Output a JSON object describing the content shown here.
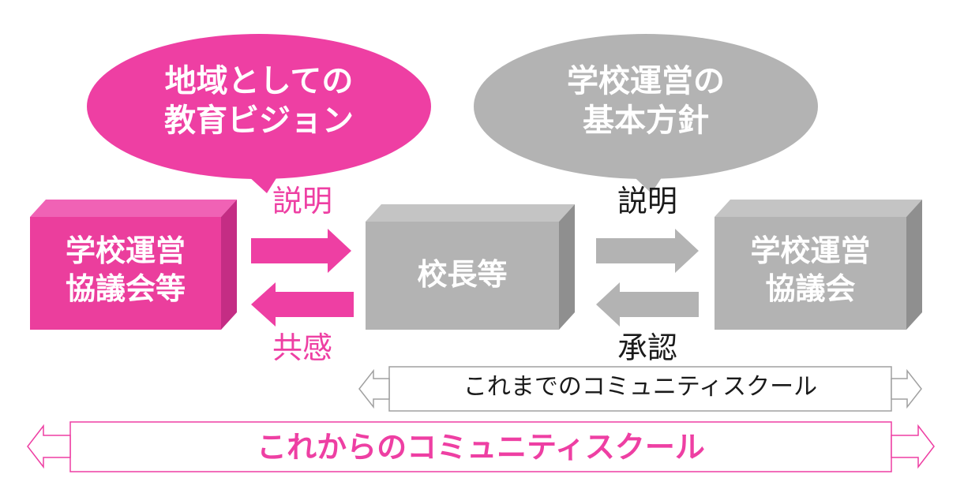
{
  "colors": {
    "accent": "#ee3fa3",
    "accent_front": "#eb3e9d",
    "accent_top": "#f062b5",
    "accent_side": "#c42d84",
    "gray": "#b3b3b3",
    "gray_top": "#c4c4c4",
    "gray_side": "#8f8f8f",
    "text_dark": "#1a1a1a"
  },
  "bubbles": {
    "left": [
      "地域としての",
      "教育ビジョン"
    ],
    "right": [
      "学校運営の",
      "基本方針"
    ]
  },
  "boxes": {
    "left": [
      "学校運営",
      "協議会等"
    ],
    "center": [
      "校長等"
    ],
    "right": [
      "学校運営",
      "協議会"
    ]
  },
  "arrows": {
    "left_top": "説明",
    "left_bottom": "共感",
    "right_top": "説明",
    "right_bottom": "承認"
  },
  "spans": {
    "current": "これまでのコミュニティスクール",
    "future": "これからのコミュニティスクール"
  }
}
